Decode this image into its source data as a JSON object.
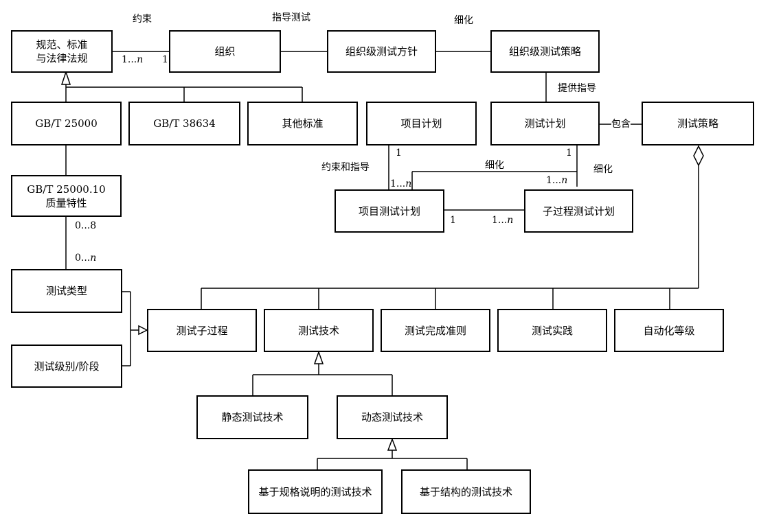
{
  "boxes": {
    "regulations": "规范、标准\n与法律法规",
    "organization": "组织",
    "org_test_policy": "组织级测试方针",
    "org_test_strategy": "组织级测试策略",
    "gbt25000": "GB/T 25000",
    "gbt38634": "GB/T  38634",
    "other_standards": "其他标准",
    "project_plan": "项目计划",
    "test_plan": "测试计划",
    "test_strategy": "测试策略",
    "quality_characteristics": "GB/T 25000.10\n质量特性",
    "project_test_plan": "项目测试计划",
    "subprocess_test_plan": "子过程测试计划",
    "test_type": "测试类型",
    "test_level": "测试级别/阶段",
    "test_subprocess": "测试子过程",
    "test_technique": "测试技术",
    "completion_criteria": "测试完成准则",
    "test_practice": "测试实践",
    "automation_level": "自动化等级",
    "static_technique": "静态测试技术",
    "dynamic_technique": "动态测试技术",
    "spec_based_technique": "基于规格说明的测试技术",
    "structure_based_technique": "基于结构的测试技术"
  },
  "labels": {
    "constrain": "约束",
    "guide_testing": "指导测试",
    "refine_top": "细化",
    "provide_guidance": "提供指导",
    "contains": "包含",
    "constrain_and_guide": "约束和指导",
    "refine_mid": "细化",
    "refine_right": "细化"
  },
  "multiplicities": {
    "reg_org_left": "1...",
    "reg_org_left_n": "n",
    "reg_org_right": "1",
    "quality_top": "0...8",
    "quality_bottom": "0...",
    "quality_bottom_n": "n",
    "project_plan_1": "1",
    "project_test_plan_1": "1...",
    "project_test_plan_1_n": "n",
    "test_plan_1": "1",
    "subprocess_1": "1...",
    "subprocess_1_n": "n",
    "ptp_sub_left": "1",
    "ptp_sub_right": "1...",
    "ptp_sub_right_n": "n"
  }
}
